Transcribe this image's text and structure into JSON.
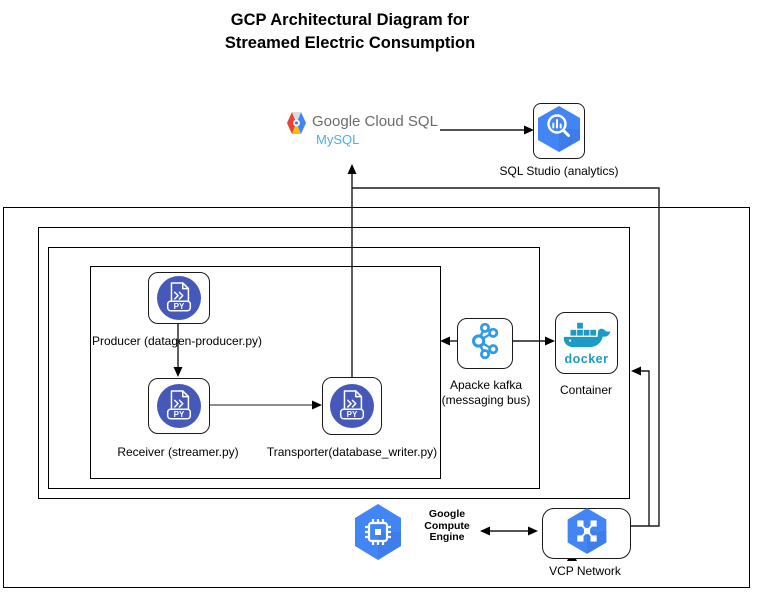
{
  "title": {
    "line1": "GCP Architectural Diagram for",
    "line2": "Streamed Electric Consumption"
  },
  "cloud_sql": {
    "name": "Google Cloud SQL",
    "engine": "MySQL"
  },
  "sql_studio": {
    "label": "SQL Studio (analytics)"
  },
  "producer": {
    "label": "Producer (datagen-producer.py)",
    "badge": "PY"
  },
  "receiver": {
    "label": "Receiver (streamer.py)",
    "badge": "PY"
  },
  "transporter": {
    "label": "Transporter(database_writer.py)",
    "badge": "PY"
  },
  "kafka": {
    "label_line1": "Apacke kafka",
    "label_line2": "(messaging bus)"
  },
  "container": {
    "label": "Container",
    "logo_text": "docker"
  },
  "compute_engine": {
    "label_line1": "Google",
    "label_line2": "Compute",
    "label_line3": "Engine"
  },
  "vcp_network": {
    "label": "VCP Network"
  },
  "colors": {
    "python_node_blue": "#4659b8",
    "gcp_hexagon_blue": "#4285F4",
    "gcp_hexagon_shadow": "#3a75e0",
    "kafka_blue": "#2E9BE6",
    "docker_blue": "#1d9bc7",
    "cloud_sql_text_gray": "#6b6b6b",
    "mysql_text_blue": "#4ab0e8",
    "logo_red": "#EA4335",
    "logo_yellow": "#FBBC05",
    "connector_black": "#1a1a1a"
  }
}
